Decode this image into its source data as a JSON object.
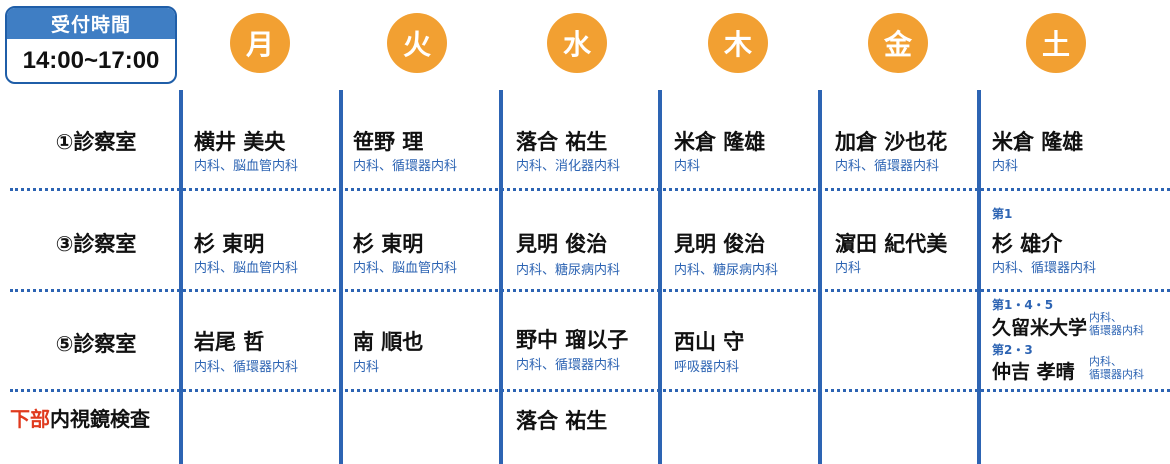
{
  "reception": {
    "title": "受付時間",
    "hours": "14:00~17:00"
  },
  "days": [
    "月",
    "火",
    "水",
    "木",
    "金",
    "土"
  ],
  "rooms": [
    "①診察室",
    "③診察室",
    "⑤診察室"
  ],
  "endoscopy": {
    "prefix": "下部",
    "label": "内視鏡検査",
    "mon": "",
    "wed": "落合 祐生"
  },
  "schedule": {
    "r1": [
      {
        "name": "横井 美央",
        "spec": "内科、脳血管内科"
      },
      {
        "name": "笹野 理",
        "spec": "内科、循環器内科"
      },
      {
        "name": "落合 祐生",
        "spec": "内科、消化器内科"
      },
      {
        "name": "米倉 隆雄",
        "spec": "内科"
      },
      {
        "name": "加倉 沙也花",
        "spec": "内科、循環器内科"
      },
      {
        "name": "米倉 隆雄",
        "spec": "内科"
      }
    ],
    "r3": [
      {
        "name": "杉 東明",
        "spec": "内科、脳血管内科"
      },
      {
        "name": "杉 東明",
        "spec": "内科、脳血管内科"
      },
      {
        "name": "見明 俊治",
        "spec": "内科、糖尿病内科"
      },
      {
        "name": "見明 俊治",
        "spec": "内科、糖尿病内科"
      },
      {
        "name": "濵田 紀代美",
        "spec": "内科"
      },
      {
        "week": "第1",
        "name": "杉 雄介",
        "spec": "内科、循環器内科"
      }
    ],
    "r5": [
      {
        "name": "岩尾 哲",
        "spec": "内科、循環器内科"
      },
      {
        "name": "南 順也",
        "spec": "内科"
      },
      {
        "name": "野中 瑠以子",
        "spec": "内科、循環器内科"
      },
      {
        "name": "西山 守",
        "spec": "呼吸器内科"
      },
      {
        "name": "",
        "spec": ""
      },
      {
        "entries": [
          {
            "week": "第1・4・5",
            "name": "久留米大学",
            "spec1": "内科、",
            "spec2": "循環器内科"
          },
          {
            "week": "第2・3",
            "name": "仲吉 孝晴",
            "spec1": "内科、",
            "spec2": "循環器内科"
          }
        ]
      }
    ]
  },
  "colors": {
    "accent": "#f2a032",
    "blue": "#2d64b3",
    "header_bg": "#3f7ec4",
    "red": "#e03a1e"
  }
}
